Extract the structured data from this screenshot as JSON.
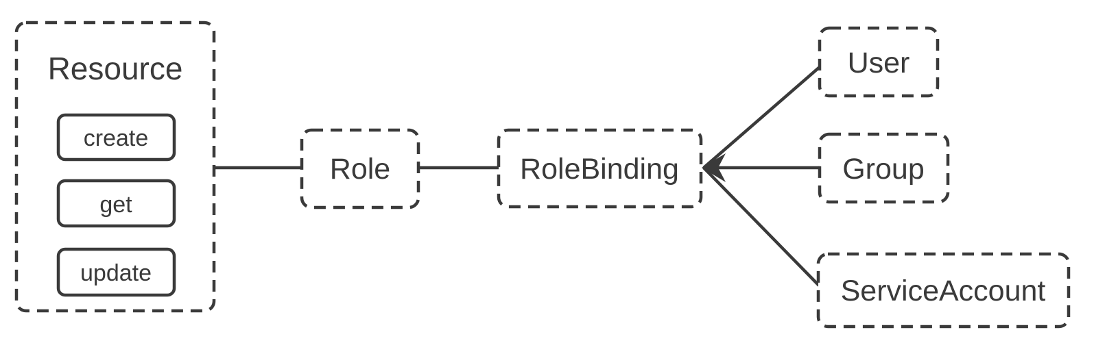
{
  "diagram": {
    "type": "node-link-diagram",
    "background_color": "#ffffff",
    "stroke_color": "#3a3a3a"
  },
  "nodes": {
    "resource": {
      "label": "Resource",
      "verbs": [
        "create",
        "get",
        "update"
      ]
    },
    "role": {
      "label": "Role"
    },
    "role_binding": {
      "label": "RoleBinding"
    },
    "user": {
      "label": "User"
    },
    "group": {
      "label": "Group"
    },
    "service_account": {
      "label": "ServiceAccount"
    }
  },
  "edges": [
    {
      "from": "Resource",
      "to": "Role",
      "arrow": "none"
    },
    {
      "from": "Role",
      "to": "RoleBinding",
      "arrow": "none"
    },
    {
      "from": "User",
      "to": "RoleBinding",
      "arrow": "into RoleBinding"
    },
    {
      "from": "Group",
      "to": "RoleBinding",
      "arrow": "into RoleBinding"
    },
    {
      "from": "ServiceAccount",
      "to": "RoleBinding",
      "arrow": "into RoleBinding"
    }
  ]
}
